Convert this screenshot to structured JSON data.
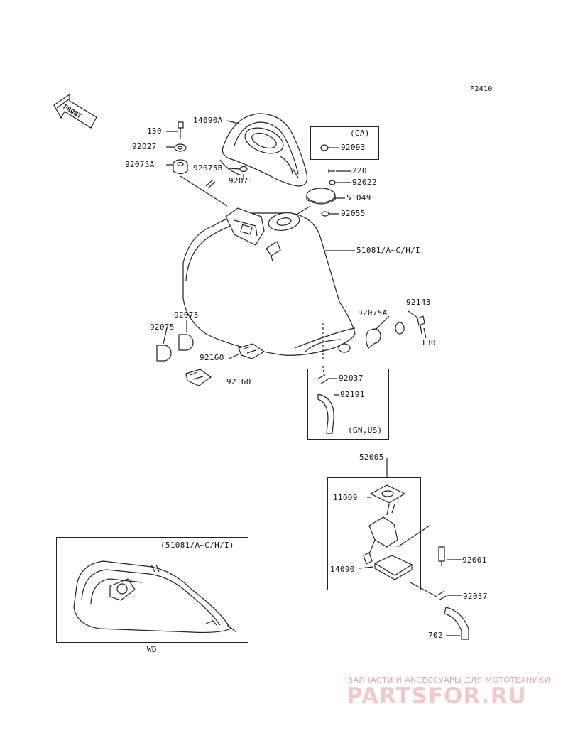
{
  "figure_code": "F2410",
  "front_label": "FRONT",
  "parts": {
    "p130_top": "130",
    "p92027": "92027",
    "p92075A_top": "92075A",
    "p14090A": "14090A",
    "p92075B": "92075B",
    "p92071": "92071",
    "p220": "220",
    "p92022": "92022",
    "p51049": "51049",
    "p92055": "92055",
    "p51081": "51081/A~C/H/I",
    "p92143": "92143",
    "p92075A_right": "92075A",
    "p130_right": "130",
    "p92075_a": "92075",
    "p92075_b": "92075",
    "p92160_a": "92160",
    "p92160_b": "92160",
    "p92037_top": "92037",
    "p92191": "92191",
    "p52005": "52005",
    "p11009": "11009",
    "p14090": "14090",
    "p92001": "92001",
    "p92037_bottom": "92037",
    "p702": "702"
  },
  "callouts": {
    "ca_box_title": "(CA)",
    "ca_box_part": "92093",
    "gnus_box_note": "(GN,US)",
    "wd_box_note": "(51081/A~C/H/I)",
    "wd_label": "WD"
  },
  "watermark": {
    "line1": "ЗАПЧАСТИ И АКСЕССУАРЫ ДЛЯ МОТОТЕХНИКИ",
    "line2": "PARTSFOR.RU",
    "color": "#e89a9a"
  }
}
